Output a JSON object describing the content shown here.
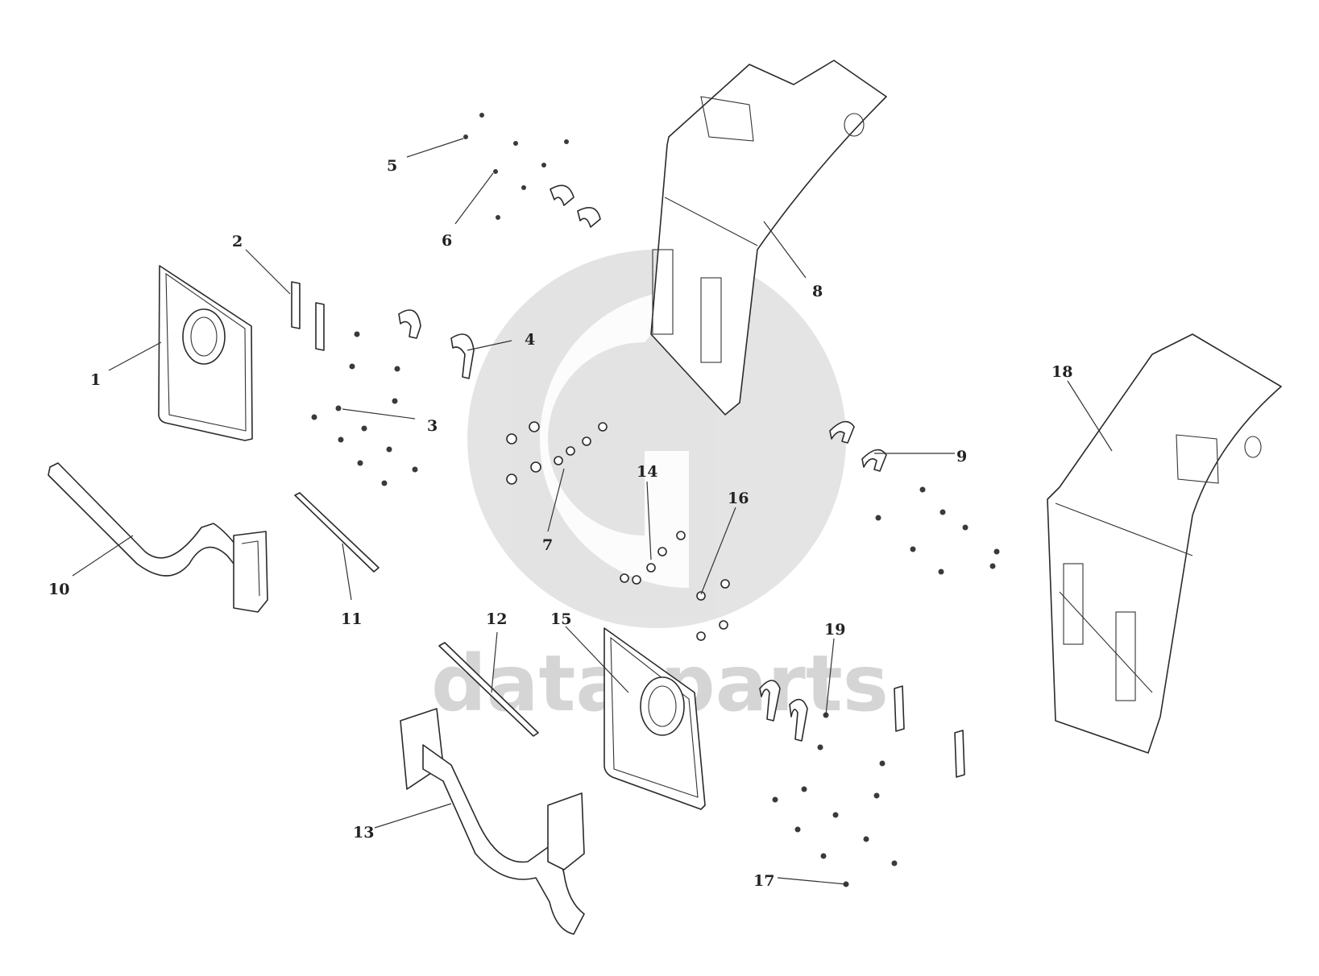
{
  "diagram": {
    "callouts": [
      {
        "id": "1",
        "label": "1"
      },
      {
        "id": "2",
        "label": "2"
      },
      {
        "id": "3",
        "label": "3"
      },
      {
        "id": "4",
        "label": "4"
      },
      {
        "id": "5",
        "label": "5"
      },
      {
        "id": "6",
        "label": "6"
      },
      {
        "id": "7",
        "label": "7"
      },
      {
        "id": "8",
        "label": "8"
      },
      {
        "id": "9",
        "label": "9"
      },
      {
        "id": "10",
        "label": "10"
      },
      {
        "id": "11",
        "label": "11"
      },
      {
        "id": "12",
        "label": "12"
      },
      {
        "id": "13",
        "label": "13"
      },
      {
        "id": "14",
        "label": "14"
      },
      {
        "id": "15",
        "label": "15"
      },
      {
        "id": "16",
        "label": "16"
      },
      {
        "id": "17",
        "label": "17"
      },
      {
        "id": "18",
        "label": "18"
      },
      {
        "id": "19",
        "label": "19"
      }
    ],
    "watermark": {
      "text": "data-parts",
      "logo": "gd-logo"
    },
    "colors": {
      "line": "#2a2a2a",
      "watermark": "#c8c8c8"
    }
  }
}
